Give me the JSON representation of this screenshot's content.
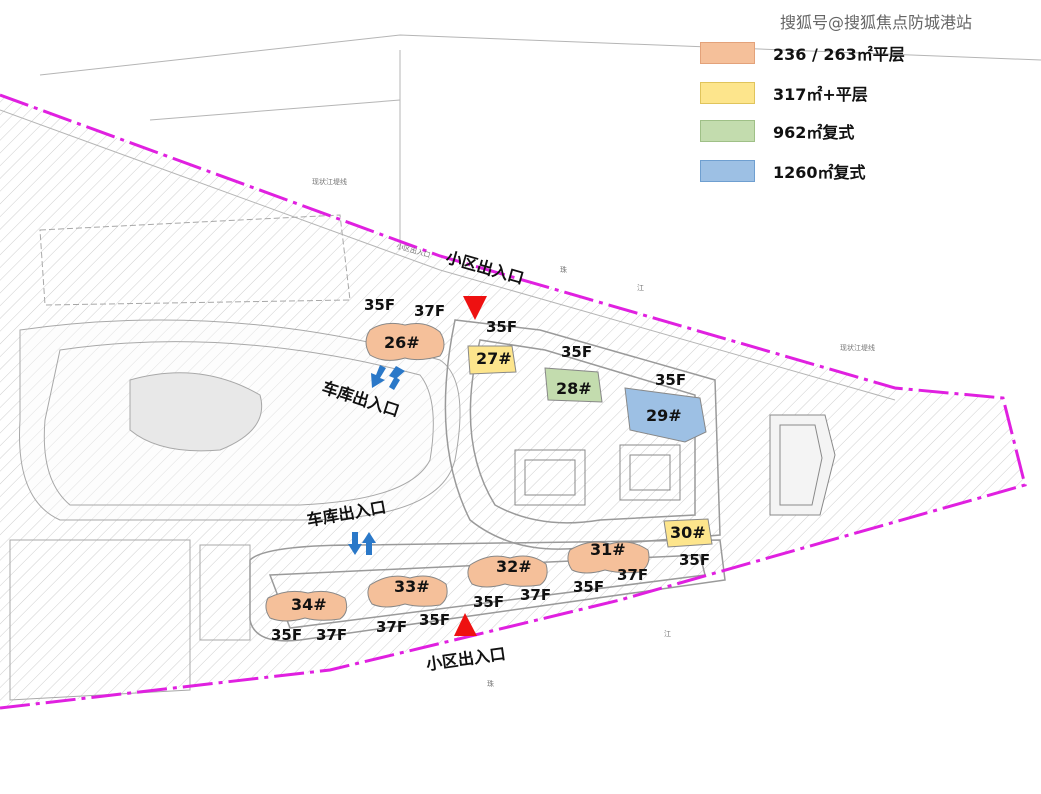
{
  "watermark": "搜狐号@搜狐焦点防城港站",
  "legend": [
    {
      "label": "236 / 263㎡平层",
      "color": "#f5c09a"
    },
    {
      "label": "317㎡+平层",
      "color": "#fde58c"
    },
    {
      "label": "962㎡复式",
      "color": "#c3dcae"
    },
    {
      "label": "1260㎡复式",
      "color": "#9dc0e4"
    }
  ],
  "entrances": {
    "north": "小区出入口",
    "south": "小区出入口",
    "garage_upper": "车库出入口",
    "garage_lower": "车库出入口"
  },
  "buildings": [
    {
      "id": "26#",
      "type": "236 / 263㎡平层",
      "floors": [
        "35F",
        "37F"
      ]
    },
    {
      "id": "27#",
      "type": "317㎡+平层",
      "floors": [
        "35F"
      ]
    },
    {
      "id": "28#",
      "type": "962㎡复式",
      "floors": [
        "35F"
      ]
    },
    {
      "id": "29#",
      "type": "1260㎡复式",
      "floors": [
        "35F"
      ]
    },
    {
      "id": "30#",
      "type": "317㎡+平层",
      "floors": [
        "35F"
      ]
    },
    {
      "id": "31#",
      "type": "236 / 263㎡平层",
      "floors": [
        "35F",
        "37F"
      ]
    },
    {
      "id": "32#",
      "type": "236 / 263㎡平层",
      "floors": [
        "35F",
        "37F"
      ]
    },
    {
      "id": "33#",
      "type": "236 / 263㎡平层",
      "floors": [
        "37F",
        "35F"
      ]
    },
    {
      "id": "34#",
      "type": "236 / 263㎡平层",
      "floors": [
        "35F",
        "37F"
      ]
    }
  ],
  "map_labels": {
    "river_a": "珠",
    "river_b": "江",
    "levee_a": "现状江堤线",
    "levee_b": "现状江堤线",
    "road_a": "小区出入口",
    "south_river_a": "江",
    "south_river_b": "珠"
  },
  "colors": {
    "boundary": "#e020e0",
    "arrow_red": "#ee1111",
    "arrow_blue": "#2a78c8"
  }
}
